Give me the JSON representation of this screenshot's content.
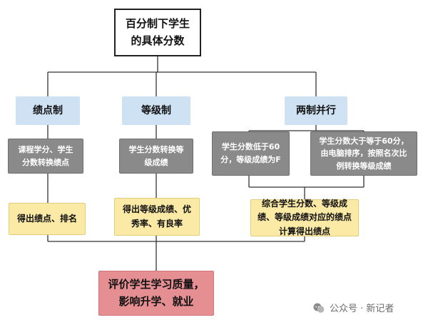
{
  "root": {
    "label": "百分制下学生\n的具体分数"
  },
  "categories": [
    {
      "key": "gpa",
      "label": "绩点制"
    },
    {
      "key": "grade",
      "label": "等级制"
    },
    {
      "key": "both",
      "label": "两制并行"
    }
  ],
  "methods": {
    "gpa": "课程学分、学生\n分数转换绩点",
    "grade": "学生分数转换等\n级成绩",
    "low": "学生分数低于60\n分，等级成绩为F",
    "high": "学生分数大于等于60分，\n由电脑排序，按照名次比\n例转换等级成绩"
  },
  "results": {
    "gpa": "得出绩点、排名",
    "grade": "得出等级成绩、优\n秀率、有良率",
    "both": "综合学生分数、等级成\n绩、等级成绩对应的绩点\n计算得出绩点"
  },
  "final": {
    "label": "评价学生学习质量，\n影响升学、就业"
  },
  "watermark": {
    "text": "公众号 · 新记者"
  },
  "colors": {
    "category_fill": "#cfe2f3",
    "method_fill": "#8a8a8a",
    "result_fill": "#fbe9a6",
    "final_fill": "#e58f93",
    "line": "#333333"
  }
}
